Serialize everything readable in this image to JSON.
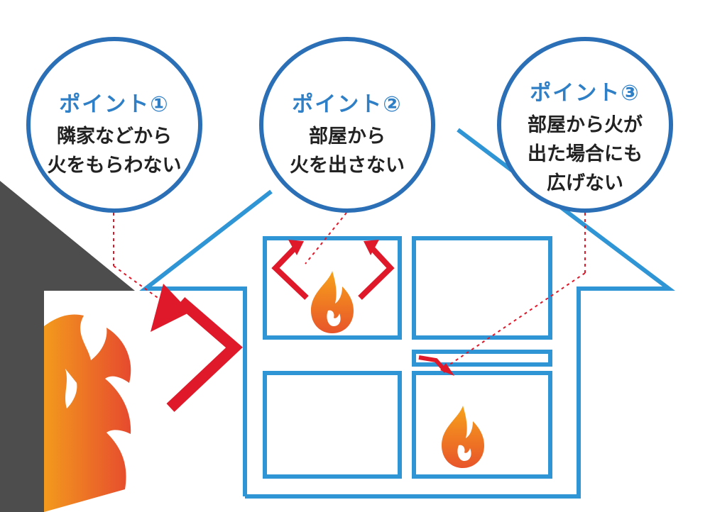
{
  "points": [
    {
      "title": "ポイント①",
      "lines": [
        "隣家などから",
        "火をもらわない"
      ]
    },
    {
      "title": "ポイント②",
      "lines": [
        "部屋から",
        "火を出さない"
      ]
    },
    {
      "title": "ポイント③",
      "lines": [
        "部屋から火が",
        "出た場合にも",
        "広げない"
      ]
    }
  ],
  "colors": {
    "house_outline": "#2f95d5",
    "bubble_border": "#2b6fb6",
    "title_text": "#2e7fc6",
    "body_text": "#222222",
    "arrow": "#e0192a",
    "neighbor_house": "#4d4d4d",
    "flame_top": "#f39a1d",
    "flame_bottom": "#e8542a"
  },
  "icons": [
    "house-outline",
    "neighbor-house",
    "large-flame-icon",
    "small-flame-icon",
    "red-arrow-icon",
    "dotted-leader"
  ]
}
